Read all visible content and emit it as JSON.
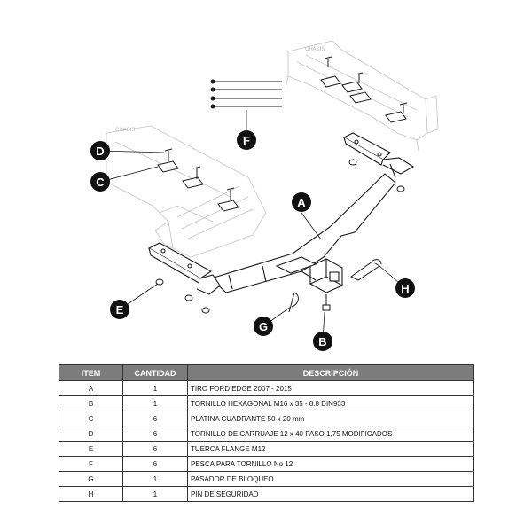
{
  "diagram": {
    "chassis_label_left": "CHASIS",
    "chassis_label_right": "CHASIS",
    "callouts": [
      "A",
      "B",
      "C",
      "D",
      "E",
      "F",
      "G",
      "H"
    ]
  },
  "table": {
    "headers": {
      "item": "ITEM",
      "qty": "CANTIDAD",
      "desc": "DESCRIPCIÓN"
    },
    "rows": [
      {
        "item": "A",
        "qty": "1",
        "desc": "TIRO FORD EDGE 2007 - 2015"
      },
      {
        "item": "B",
        "qty": "1",
        "desc": "TORNILLO  HEXAGONAL M16 x 35 - 8.8 DIN933"
      },
      {
        "item": "C",
        "qty": "6",
        "desc": "PLATINA CUADRANTE 50 x 20 mm"
      },
      {
        "item": "D",
        "qty": "6",
        "desc": "TORNILLO DE CARRUAJE 12 x 40 PASO 1,75 MODIFICADOS"
      },
      {
        "item": "E",
        "qty": "6",
        "desc": "TUERCA FLANGE M12"
      },
      {
        "item": "F",
        "qty": "6",
        "desc": "PESCA PARA TORNILLO No 12"
      },
      {
        "item": "G",
        "qty": "1",
        "desc": "PASADOR DE BLOQUEO"
      },
      {
        "item": "H",
        "qty": "1",
        "desc": "PIN DE SEGURIDAD"
      }
    ]
  },
  "colors": {
    "callout": "#111111",
    "header_bg": "#7c7c7c",
    "line": "#1a1a1a",
    "ghost": "#c4c4c4"
  }
}
